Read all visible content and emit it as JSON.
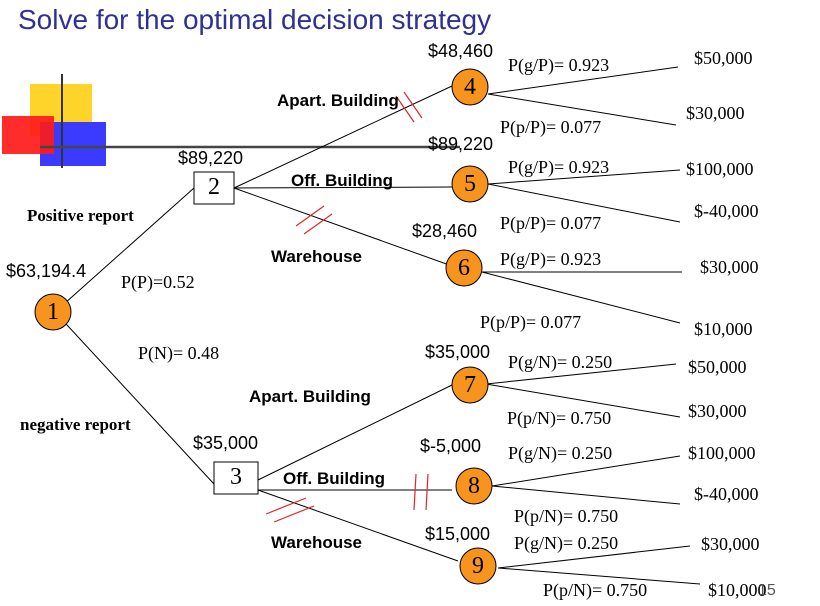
{
  "title": "Solve for the optimal decision strategy",
  "colors": {
    "title": "#2e3192",
    "chance_node": "#f7941d",
    "hatch": "#e0262b"
  },
  "nodes": {
    "n1": {
      "label": "1",
      "value": "$63,194.4"
    },
    "n2": {
      "label": "2",
      "value": "$89,220"
    },
    "n3": {
      "label": "3",
      "value": "$35,000"
    },
    "n4": {
      "label": "4",
      "value": "$48,460"
    },
    "n5": {
      "label": "5",
      "value": "$89,220"
    },
    "n6": {
      "label": "6",
      "value": "$28,460"
    },
    "n7": {
      "label": "7",
      "value": "$35,000"
    },
    "n8": {
      "label": "8",
      "value": "$-5,000"
    },
    "n9": {
      "label": "9",
      "value": "$15,000"
    }
  },
  "branches": {
    "positive_report": "Positive report",
    "negative_report": "negative report",
    "p_positive": "P(P)=0.52",
    "p_negative": "P(N)= 0.48"
  },
  "alternatives": {
    "apart_building": "Apart. Building",
    "off_building": "Off. Building",
    "warehouse": "Warehouse"
  },
  "probabilities": {
    "gP": "P(g/P)= 0.923",
    "pP": "P(p/P)= 0.077",
    "gN": "P(g/N)= 0.250",
    "pN": "P(p/N)= 0.750"
  },
  "payoffs": {
    "p50000": "$50,000",
    "p30000": "$30,000",
    "p100000": "$100,000",
    "pneg40000": "$-40,000",
    "p10000": "$10,000"
  },
  "page_number": "15"
}
